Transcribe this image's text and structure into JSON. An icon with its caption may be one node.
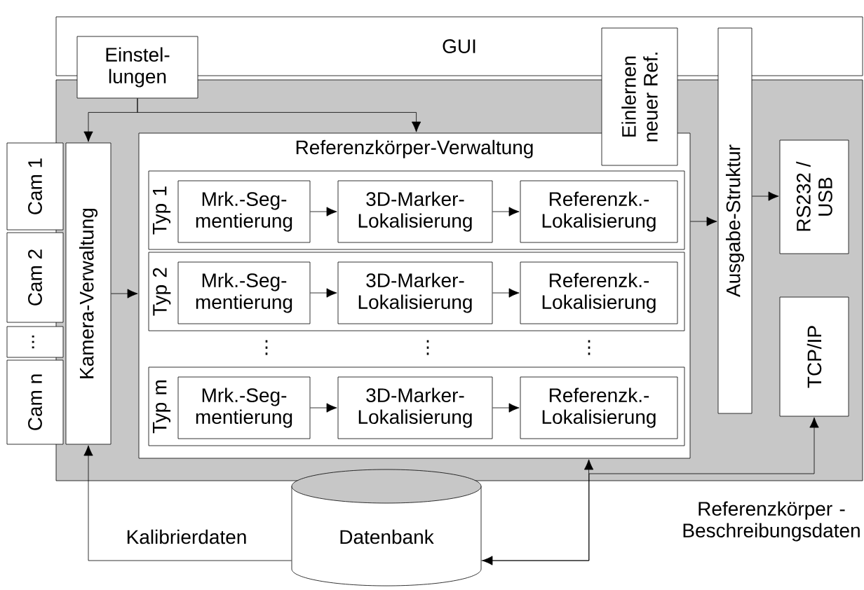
{
  "diagram": {
    "nodes": [
      {
        "text": [
          "GUI"
        ]
      },
      {
        "text": [
          "Einstel- lungen"
        ]
      },
      {
        "text": [
          "Einlernen neuer Ref."
        ]
      },
      {
        "text": [
          "Ausgabe-Struktur"
        ]
      },
      {
        "text": [
          "Cam 1"
        ]
      },
      {
        "text": [
          "Cam 2"
        ]
      },
      {
        "text": [
          "..."
        ]
      },
      {
        "text": [
          "Cam n"
        ]
      },
      {
        "text": [
          "Kamera-Verwaltung"
        ]
      },
      {
        "text": [
          "Referenzkörper-Verwaltung"
        ]
      },
      {
        "text": [
          "Typ 1"
        ],
        "in": 9
      },
      {
        "text": [
          "Mrk.-Seg- mentierung"
        ],
        "in": 10
      },
      {
        "text": [
          "3D-Marker- Lokalisierung"
        ],
        "in": 10
      },
      {
        "text": [
          "Referenzk.- Lokalisierung"
        ],
        "in": 10
      },
      {
        "text": [
          "Typ 2"
        ],
        "in": 9
      },
      {
        "text": [
          "Mrk.-Seg- mentierung"
        ],
        "in": 14
      },
      {
        "text": [
          "3D-Marker- Lokalisierung"
        ],
        "in": 14
      },
      {
        "text": [
          "Referenzk.- Lokalisierung"
        ],
        "in": 14
      },
      {
        "text": [
          "Typ m"
        ],
        "in": 9
      },
      {
        "text": [
          "Mrk.-Seg- mentierung"
        ],
        "in": 18
      },
      {
        "text": [
          "3D-Marker- Lokalisierung"
        ],
        "in": 18
      },
      {
        "text": [
          "Referenzk.- Lokalisierung"
        ],
        "in": 18
      },
      {
        "text": [
          "RS232 / USB"
        ]
      },
      {
        "text": [
          "TCP/IP"
        ]
      },
      {
        "text": [
          "Datenbank"
        ]
      }
    ],
    "edges": [
      {
        "from": 1,
        "to": 8,
        "arrow": "to"
      },
      {
        "from": 1,
        "to": 9,
        "arrow": "to"
      },
      {
        "from": 8,
        "to": 9,
        "arrow": "to"
      },
      {
        "from": 11,
        "to": 12,
        "arrow": "to"
      },
      {
        "from": 12,
        "to": 13,
        "arrow": "to"
      },
      {
        "from": 15,
        "to": 16,
        "arrow": "to"
      },
      {
        "from": 16,
        "to": 17,
        "arrow": "to"
      },
      {
        "from": 19,
        "to": 20,
        "arrow": "to"
      },
      {
        "from": 20,
        "to": 21,
        "arrow": "to"
      },
      {
        "from": 9,
        "to": 3,
        "arrow": "to"
      },
      {
        "from": 3,
        "to": 22,
        "arrow": "to"
      },
      {
        "from": 24,
        "to": 8,
        "arrow": "to",
        "label": "Kalibrierdaten"
      },
      {
        "from": 24,
        "to": 9,
        "arrow": "both"
      },
      {
        "from": 24,
        "to": 23,
        "arrow": "to",
        "label": "Referenzkörper - Beschreibungsdaten"
      }
    ],
    "labels": [
      "⋮",
      "⋮",
      "⋮"
    ]
  }
}
